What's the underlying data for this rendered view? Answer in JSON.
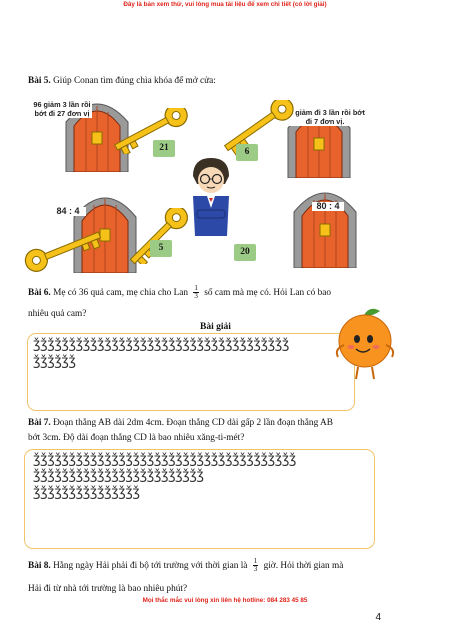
{
  "header": {
    "notice": "Đây là bản xem thử, vui lòng mua tài liệu để xem chi tiết (có lời giải)"
  },
  "footer": {
    "notice": "Mọi thắc mắc vui lòng xin liên hệ hotline: 084 283 45 85",
    "page_number": "4"
  },
  "bai5": {
    "title": "Bài 5.",
    "text": "Giúp Conan tìm đúng chìa khóa để mở cửa:",
    "doors": [
      {
        "label": "96 giảm 3 lần rồi bớt đi 27 đơn vị"
      },
      {
        "label": "39 giảm đi 3 lần rồi bớt đi 7 đơn vị."
      },
      {
        "label": "84 : 4"
      },
      {
        "label": "80 : 4"
      }
    ],
    "keys": [
      "21",
      "6",
      "5",
      "20"
    ]
  },
  "bai6": {
    "title": "Bài 6.",
    "text_before": "Mẹ có 36 quả cam, mẹ chia cho Lan",
    "frac_num": "1",
    "frac_den": "3",
    "text_after": "số cam mà mẹ có. Hỏi Lan có bao",
    "text_line2": "nhiêu quả cam?",
    "solution_heading": "Bài giải",
    "lines": [
      "ǯǯǯǯǯǯǯǯǯǯǯǯǯǯǯǯǯǯǯǯǯǯǯǯǯǯǯǯǯǯǯǯǯǯǯǯ",
      "ǯǯǯǯǯǯ"
    ]
  },
  "bai7": {
    "title": "Bài 7.",
    "text": "Đoạn thẳng AB dài 2dm 4cm. Đoạn thẳng CD dài gấp 2 lần đoạn thẳng AB",
    "text_line2": "bớt 3cm. Độ dài đoạn thẳng CD là bao nhiêu xăng-ti-mét?",
    "lines": [
      "ǯǯǯǯǯǯǯǯǯǯǯǯǯǯǯǯǯǯǯǯǯǯǯǯǯǯǯǯǯǯǯǯǯǯǯǯǯ",
      "ǯǯǯǯǯǯǯǯǯǯǯǯǯǯǯǯǯǯǯǯǯǯǯǯ",
      "ǯǯǯǯǯǯǯǯǯǯǯǯǯǯǯ"
    ]
  },
  "bai8": {
    "title": "Bài 8.",
    "text_before": "Hằng ngày Hải phải đi bộ tới trường với thời gian là",
    "frac_num": "1",
    "frac_den": "3",
    "text_after": "giờ. Hỏi thời gian mà",
    "text_line2": "Hải đi từ nhà tới trường là bao nhiêu phút?"
  },
  "colors": {
    "key": "#f6c21a",
    "door": "#e8632b",
    "stone": "#9a9a9a",
    "key_label_bg": "#9ccb86",
    "box_border": "#f2c469"
  }
}
